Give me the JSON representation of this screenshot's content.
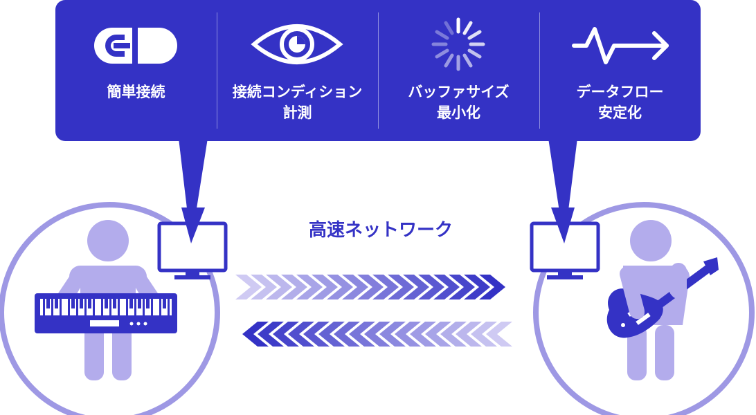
{
  "features": [
    {
      "icon": "connector-icon",
      "label": "簡単接続"
    },
    {
      "icon": "eye-icon",
      "label": "接続コンディション\n計測"
    },
    {
      "icon": "spinner-icon",
      "label": "バッファサイズ\n最小化"
    },
    {
      "icon": "waveform-arrow-icon",
      "label": "データフロー\n安定化"
    }
  ],
  "network_label": "高速ネットワーク",
  "colors": {
    "primary": "#3432c5",
    "light": "#b3acec",
    "ring": "#9e98e4",
    "white": "#ffffff"
  }
}
